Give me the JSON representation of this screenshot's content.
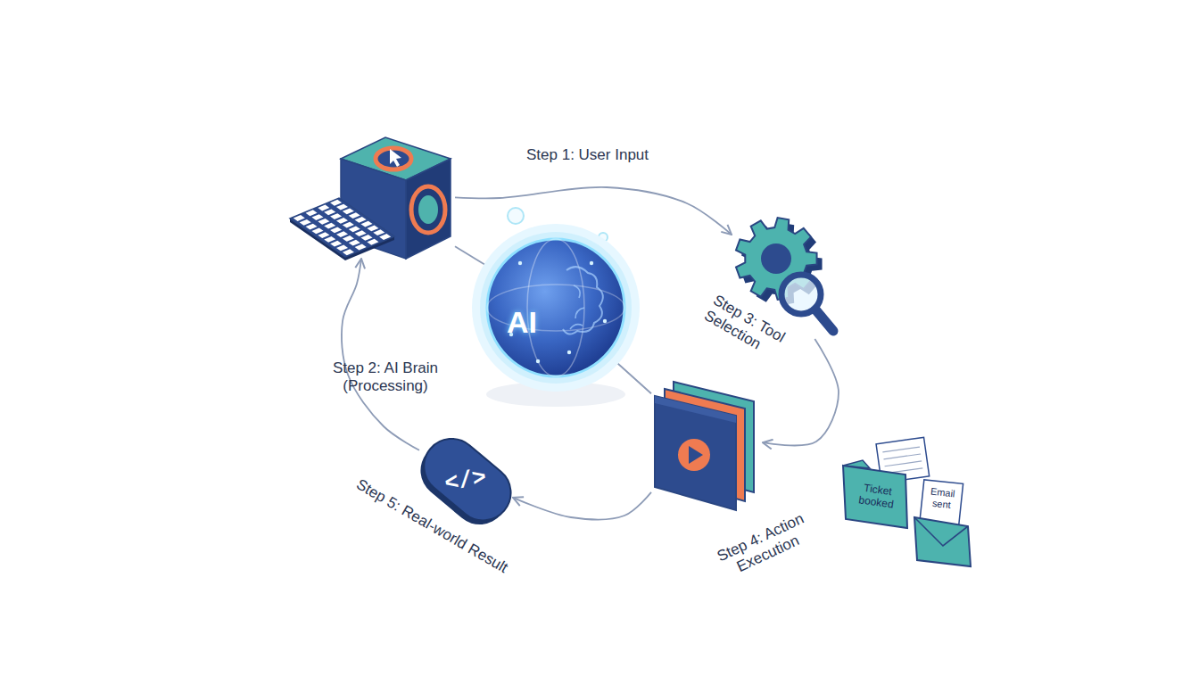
{
  "diagram": {
    "nodes": [
      {
        "text": [
          "Step 1: User Input"
        ]
      },
      {
        "text": [
          "AI",
          "Step 2: AI Brain (Processing)"
        ]
      },
      {
        "text": [
          "Step 3: Tool Selection"
        ]
      },
      {
        "text": [
          "Step 4: Action Execution"
        ]
      },
      {
        "text": [
          "</>",
          "Step 5: Real-world Result"
        ]
      },
      {
        "text": [
          "Ticket booked"
        ]
      },
      {
        "text": [
          "Email sent"
        ]
      }
    ],
    "edges": [
      {
        "from": 0,
        "to": 2,
        "arrow": "to"
      },
      {
        "from": 2,
        "to": 3,
        "arrow": "to"
      },
      {
        "from": 3,
        "to": 4,
        "arrow": "to"
      },
      {
        "from": 4,
        "to": 0,
        "arrow": "to"
      },
      {
        "from": 0,
        "to": 1,
        "arrow": "to"
      },
      {
        "from": 3,
        "to": 1,
        "arrow": "to"
      }
    ]
  }
}
